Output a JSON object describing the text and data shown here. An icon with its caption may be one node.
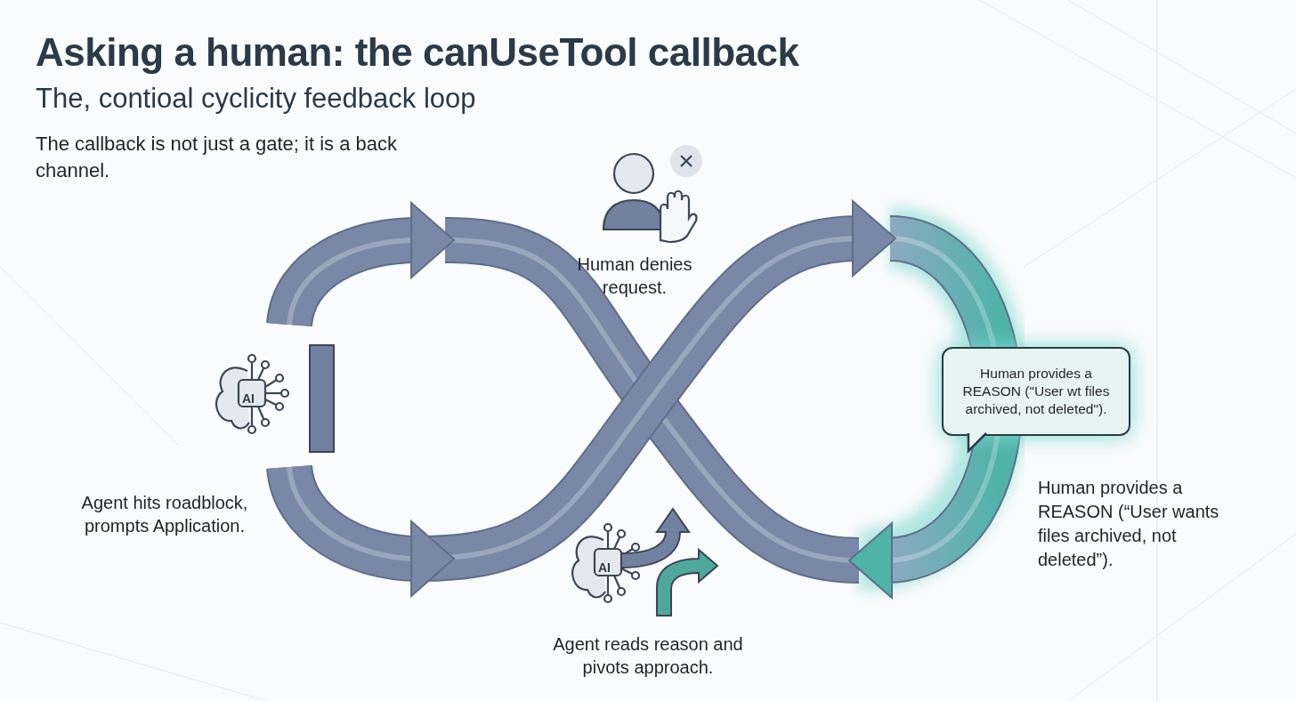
{
  "diagram": {
    "title": "Asking a human: the canUseTool callback",
    "nodes": [
      {
        "text": [
          "Human provides a REASON (\"User wt files archived, not deleted\")."
        ]
      }
    ],
    "edges": [],
    "labels": [
      "The, contioal cyclicity feedback loop",
      "The callback is not just a gate; it is a back channel.",
      "Human denies request.",
      "AI",
      "Agent hits roadblock, prompts Application.",
      "AI",
      "Agent reads reason and pivots approach.",
      "Human provides a REASON (“User wants files archived, not deleted”)."
    ]
  }
}
